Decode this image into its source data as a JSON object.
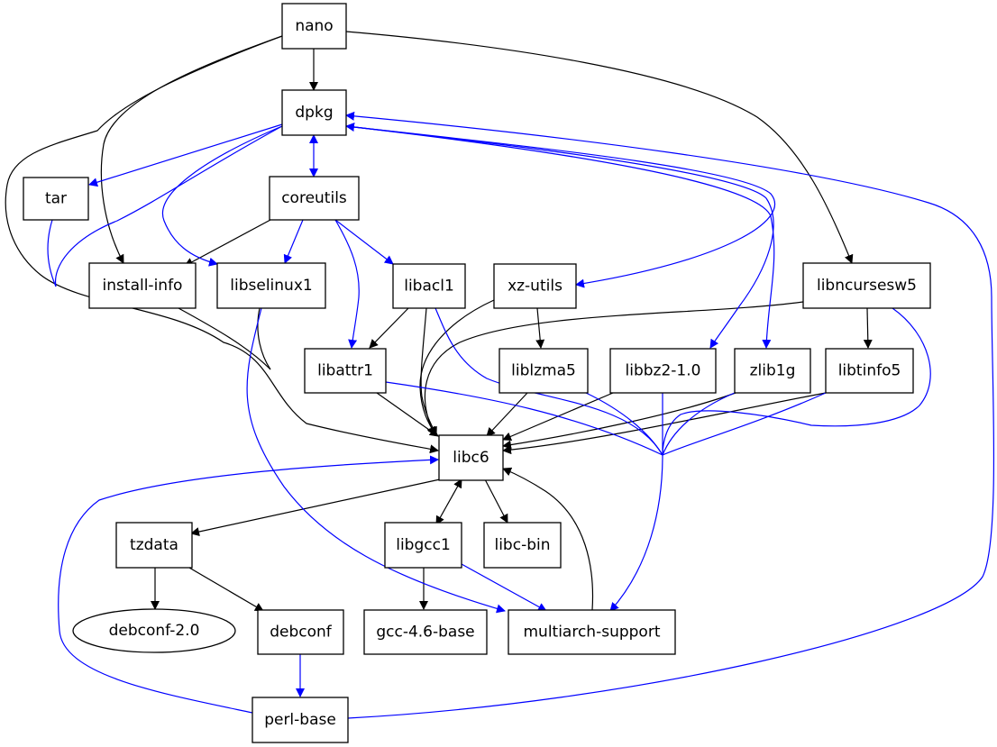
{
  "colors": {
    "black": "#000000",
    "blue": "#0000ff"
  },
  "nodes": {
    "nano": "nano",
    "dpkg": "dpkg",
    "tar": "tar",
    "coreutils": "coreutils",
    "install_info": "install-info",
    "libselinux1": "libselinux1",
    "libacl1": "libacl1",
    "xz_utils": "xz-utils",
    "libncursesw5": "libncursesw5",
    "libattr1": "libattr1",
    "liblzma5": "liblzma5",
    "libbz2": "libbz2-1.0",
    "zlib1g": "zlib1g",
    "libtinfo5": "libtinfo5",
    "libc6": "libc6",
    "tzdata": "tzdata",
    "libgcc1": "libgcc1",
    "libc_bin": "libc-bin",
    "debconf_20": "debconf-2.0",
    "debconf": "debconf",
    "gcc_base": "gcc-4.6-base",
    "multiarch": "multiarch-support",
    "perl_base": "perl-base"
  },
  "edges": [
    {
      "from": "nano",
      "to": "dpkg",
      "color": "black"
    },
    {
      "from": "nano",
      "to": "install-info",
      "color": "black"
    },
    {
      "from": "nano",
      "to": "libc6",
      "color": "black"
    },
    {
      "from": "nano",
      "to": "libncursesw5",
      "color": "black"
    },
    {
      "from": "dpkg",
      "to": "tar",
      "color": "blue"
    },
    {
      "from": "dpkg",
      "to": "coreutils",
      "color": "blue",
      "both": true
    },
    {
      "from": "dpkg",
      "to": "libselinux1",
      "color": "blue"
    },
    {
      "from": "dpkg",
      "to": "xz-utils",
      "color": "blue",
      "both": true
    },
    {
      "from": "dpkg",
      "to": "libbz2-1.0",
      "color": "blue"
    },
    {
      "from": "dpkg",
      "to": "zlib1g",
      "color": "blue"
    },
    {
      "from": "coreutils",
      "to": "install-info",
      "color": "black"
    },
    {
      "from": "coreutils",
      "to": "libselinux1",
      "color": "blue"
    },
    {
      "from": "coreutils",
      "to": "libacl1",
      "color": "blue"
    },
    {
      "from": "coreutils",
      "to": "libattr1",
      "color": "blue"
    },
    {
      "from": "libacl1",
      "to": "libattr1",
      "color": "black"
    },
    {
      "from": "libacl1",
      "to": "libc6",
      "color": "black"
    },
    {
      "from": "xz-utils",
      "to": "liblzma5",
      "color": "black"
    },
    {
      "from": "xz-utils",
      "to": "libc6",
      "color": "black"
    },
    {
      "from": "libncursesw5",
      "to": "libtinfo5",
      "color": "black"
    },
    {
      "from": "libncursesw5",
      "to": "libc6",
      "color": "black"
    },
    {
      "from": "libattr1",
      "to": "libc6",
      "color": "black"
    },
    {
      "from": "liblzma5",
      "to": "libc6",
      "color": "black"
    },
    {
      "from": "libbz2-1.0",
      "to": "libc6",
      "color": "black"
    },
    {
      "from": "zlib1g",
      "to": "libc6",
      "color": "black"
    },
    {
      "from": "libtinfo5",
      "to": "libc6",
      "color": "black"
    },
    {
      "from": "libc6",
      "to": "tzdata",
      "color": "black"
    },
    {
      "from": "libc6",
      "to": "libgcc1",
      "color": "black",
      "both": true
    },
    {
      "from": "libc6",
      "to": "libc-bin",
      "color": "black"
    },
    {
      "from": "tzdata",
      "to": "debconf-2.0",
      "color": "black"
    },
    {
      "from": "tzdata",
      "to": "debconf",
      "color": "black"
    },
    {
      "from": "debconf",
      "to": "perl-base",
      "color": "blue"
    },
    {
      "from": "libgcc1",
      "to": "gcc-4.6-base",
      "color": "black"
    },
    {
      "from": "libgcc1",
      "to": "multiarch-support",
      "color": "blue"
    },
    {
      "from": "multiarch-support",
      "to": "libc6",
      "color": "black"
    },
    {
      "from": "perl-base",
      "to": "libc6",
      "color": "blue"
    },
    {
      "from": "perl-base",
      "to": "dpkg",
      "color": "blue"
    }
  ]
}
